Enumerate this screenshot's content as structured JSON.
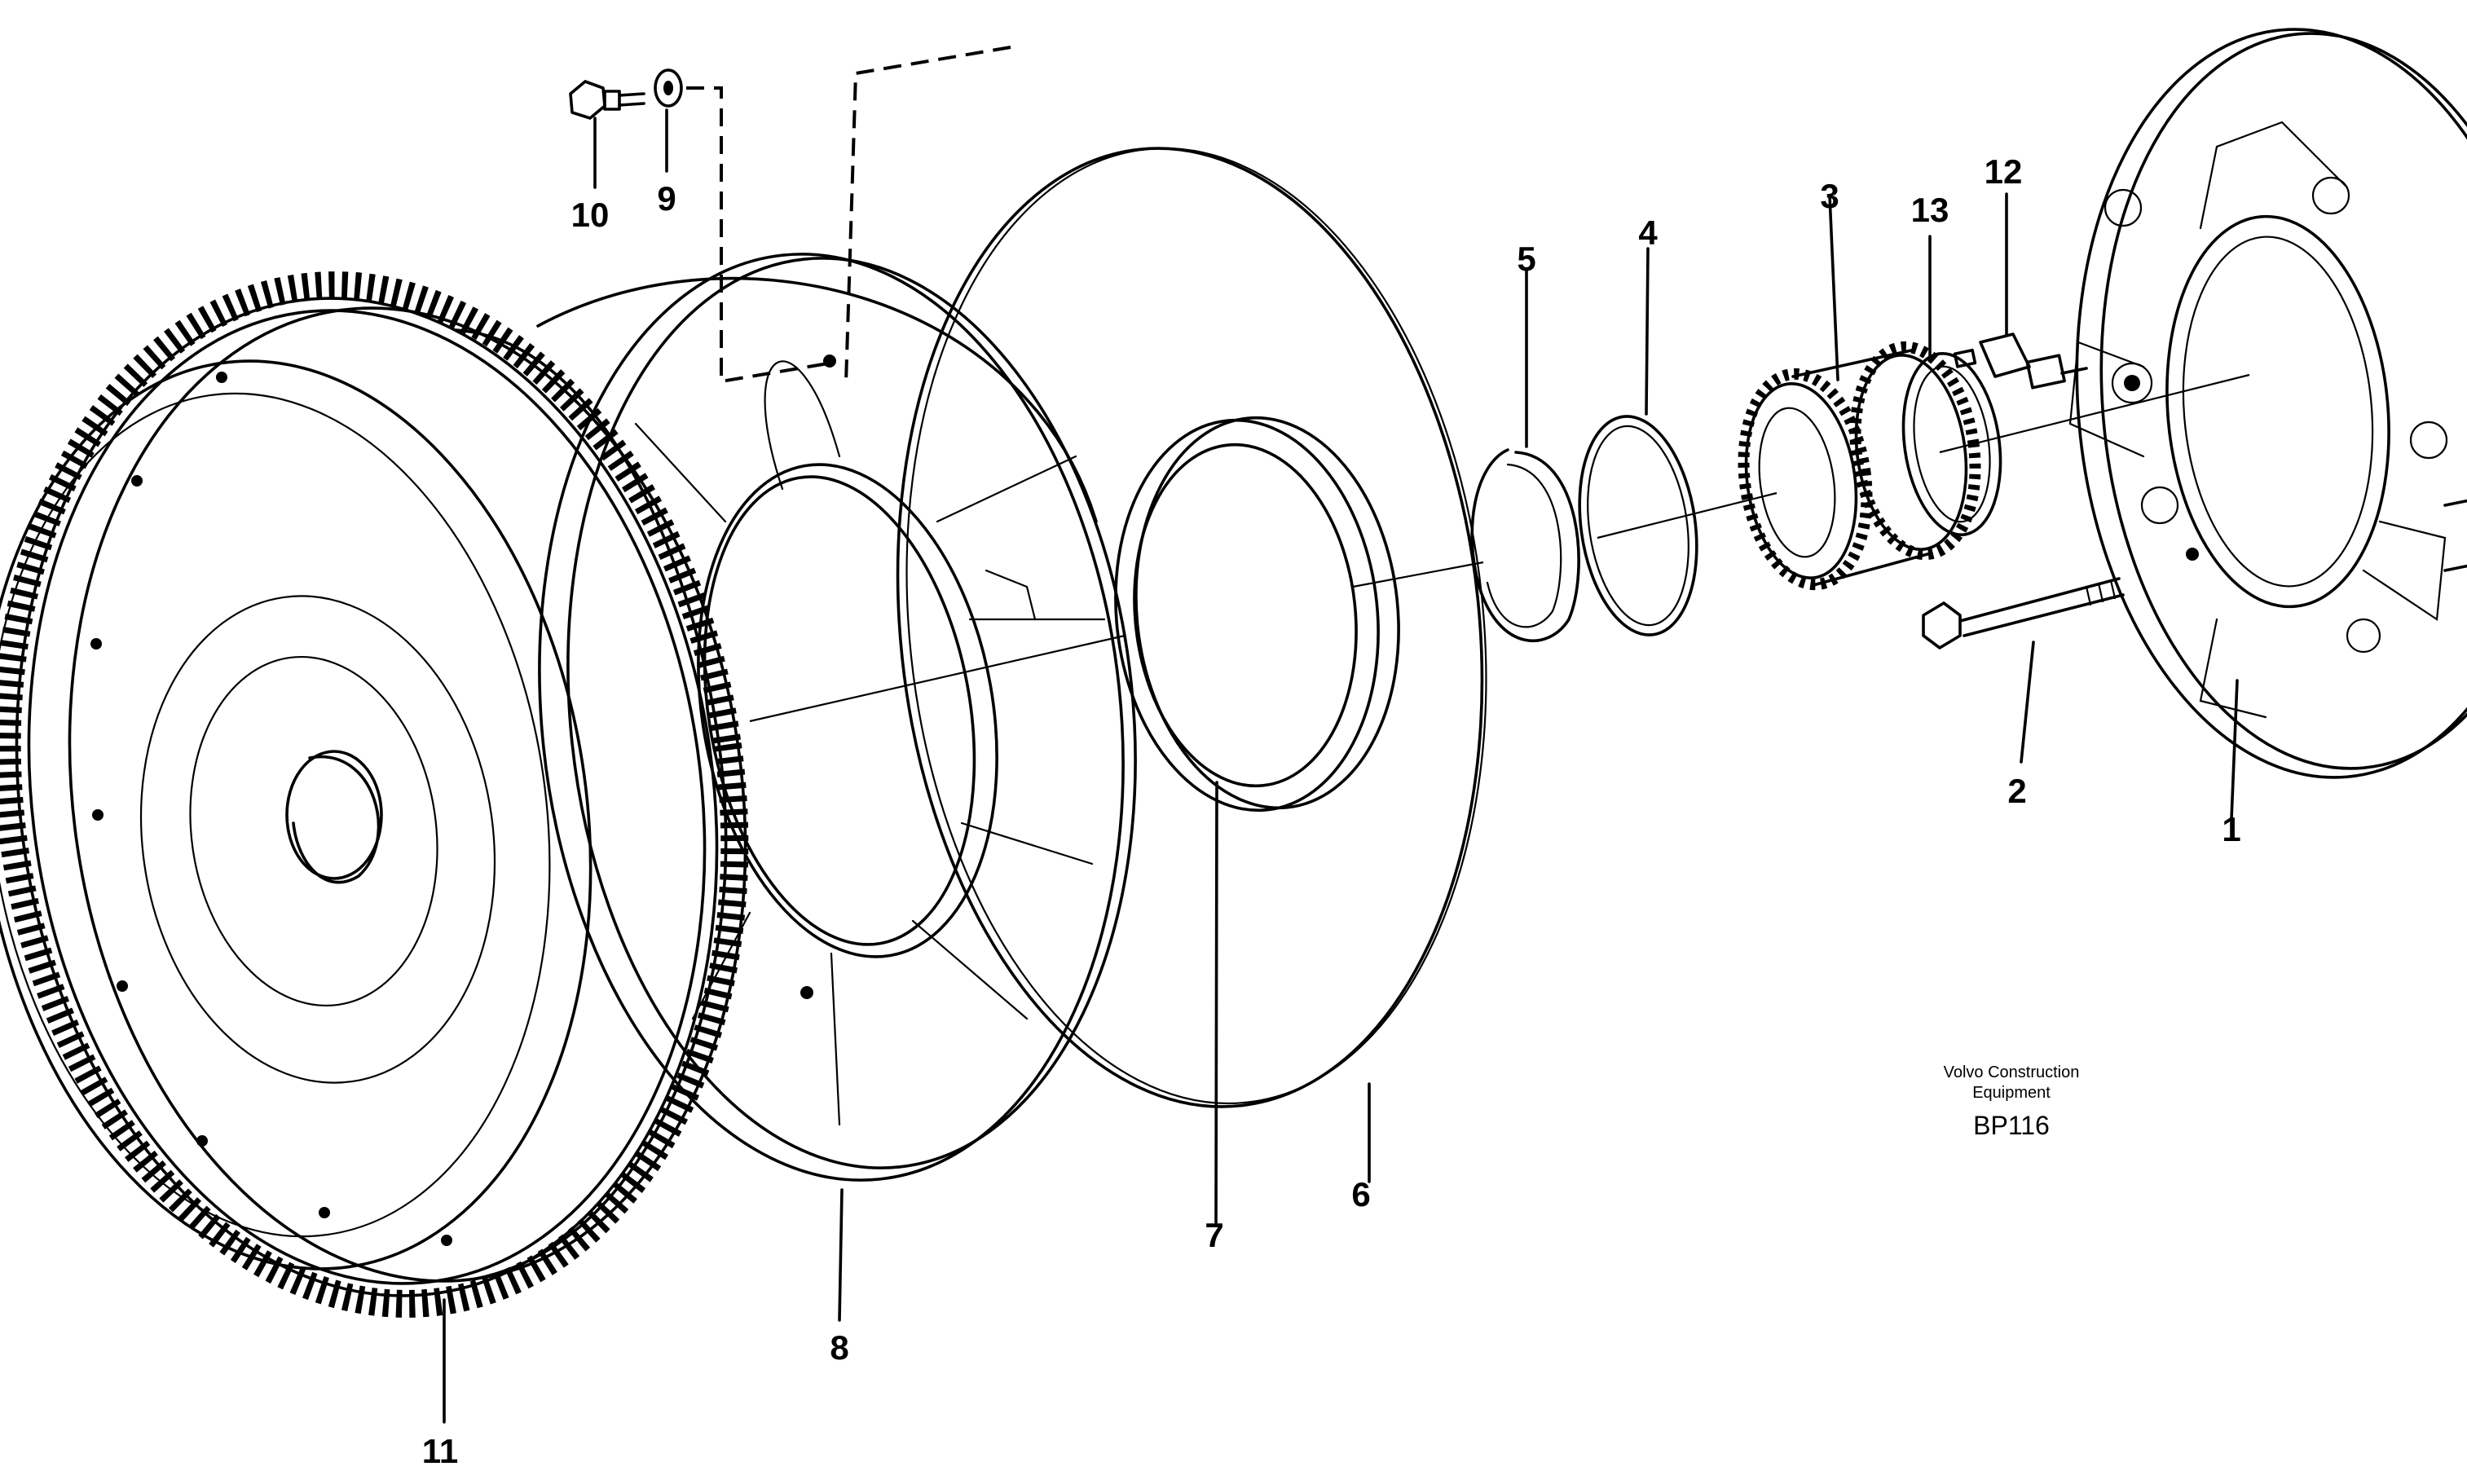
{
  "parts": [
    {
      "id": "p1",
      "label": "1"
    },
    {
      "id": "p2",
      "label": "2"
    },
    {
      "id": "p3",
      "label": "3"
    },
    {
      "id": "p4",
      "label": "4"
    },
    {
      "id": "p5",
      "label": "5"
    },
    {
      "id": "p6",
      "label": "6"
    },
    {
      "id": "p7",
      "label": "7"
    },
    {
      "id": "p8",
      "label": "8"
    },
    {
      "id": "p9",
      "label": "9"
    },
    {
      "id": "p10",
      "label": "10"
    },
    {
      "id": "p11",
      "label": "11"
    },
    {
      "id": "p12",
      "label": "12"
    },
    {
      "id": "p13",
      "label": "13"
    }
  ],
  "caption": {
    "line1": "Volvo Construction",
    "line2": "Equipment",
    "code": "BP116"
  },
  "colors": {
    "ink": "#000000",
    "paper": "#ffffff"
  }
}
